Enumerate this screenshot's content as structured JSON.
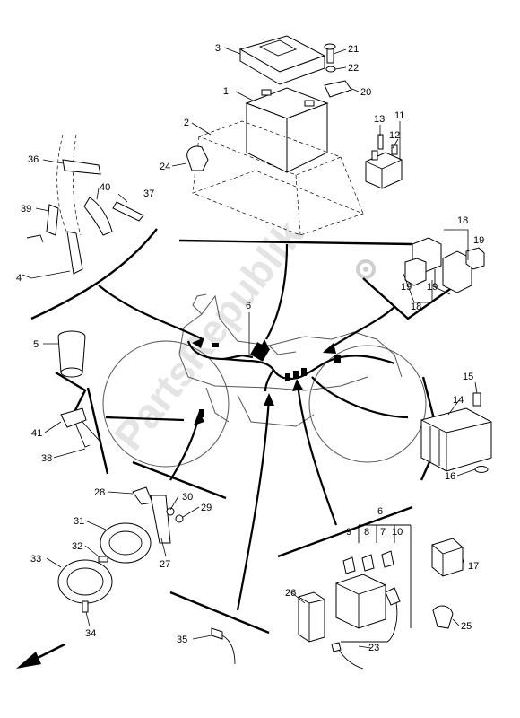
{
  "diagram": {
    "watermark": "PartsRepublik",
    "part_labels": [
      "1",
      "2",
      "3",
      "4",
      "5",
      "6",
      "6",
      "7",
      "8",
      "9",
      "10",
      "11",
      "12",
      "13",
      "14",
      "15",
      "16",
      "17",
      "18",
      "18",
      "19",
      "19",
      "19",
      "20",
      "21",
      "22",
      "23",
      "24",
      "25",
      "26",
      "27",
      "28",
      "29",
      "30",
      "31",
      "32",
      "33",
      "34",
      "35",
      "36",
      "37",
      "38",
      "39",
      "40",
      "41"
    ]
  }
}
